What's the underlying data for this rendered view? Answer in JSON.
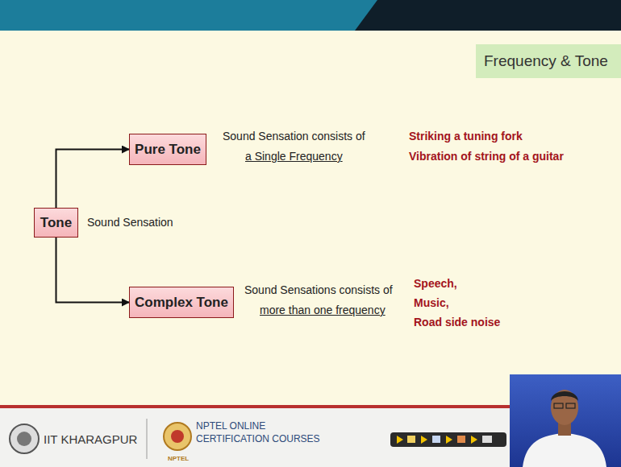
{
  "diagram": {
    "title": "Frequency & Tone",
    "nodes": [
      {
        "text": [
          "Tone"
        ]
      },
      {
        "text": [
          "Pure Tone"
        ]
      },
      {
        "text": [
          "Complex Tone"
        ]
      }
    ],
    "edges": [
      {
        "from": 0,
        "to": 1,
        "arrow": "to"
      },
      {
        "from": 0,
        "to": 2,
        "arrow": "to"
      }
    ],
    "labels": [
      "Sound Sensation",
      "Sound Sensation consists of",
      "a Single Frequency",
      "Striking a tuning fork",
      "Vibration of string of a guitar",
      "Sound Sensations consists of",
      "more than one frequency",
      "Speech,",
      "Music,",
      "Road side noise",
      "IIT KHARAGPUR",
      "NPTEL ONLINE",
      "CERTIFICATION COURSES",
      "NPTEL"
    ]
  }
}
